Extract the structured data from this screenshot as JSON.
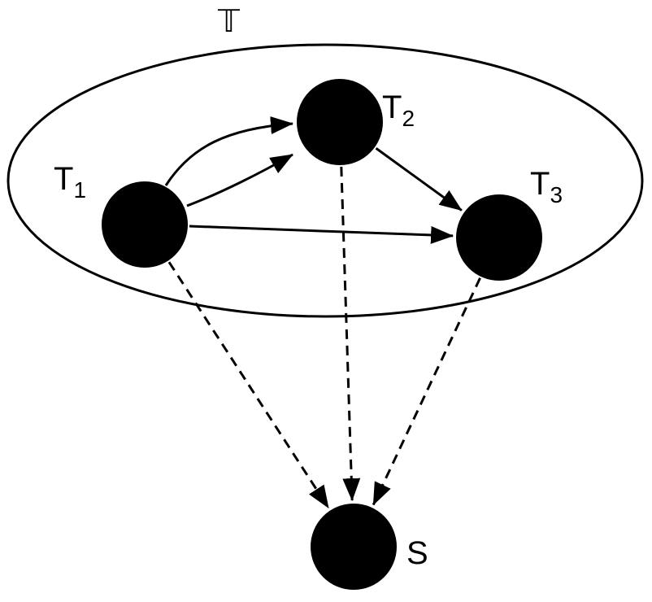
{
  "set_label": "𝕋",
  "nodes": [
    {
      "id": "T1",
      "letter": "T",
      "sub": "1"
    },
    {
      "id": "T2",
      "letter": "T",
      "sub": "2"
    },
    {
      "id": "T3",
      "letter": "T",
      "sub": "3"
    },
    {
      "id": "S",
      "letter": "S",
      "sub": ""
    }
  ],
  "edges": [
    {
      "from": "T1",
      "to": "T2",
      "style": "solid",
      "curve": "arc"
    },
    {
      "from": "T1",
      "to": "T2",
      "style": "solid",
      "curve": "slight"
    },
    {
      "from": "T1",
      "to": "T3",
      "style": "solid",
      "curve": "none"
    },
    {
      "from": "T2",
      "to": "T3",
      "style": "solid",
      "curve": "none"
    },
    {
      "from": "T1",
      "to": "S",
      "style": "dashed",
      "curve": "none"
    },
    {
      "from": "T2",
      "to": "S",
      "style": "dashed",
      "curve": "none"
    },
    {
      "from": "T3",
      "to": "S",
      "style": "dashed",
      "curve": "none"
    }
  ]
}
